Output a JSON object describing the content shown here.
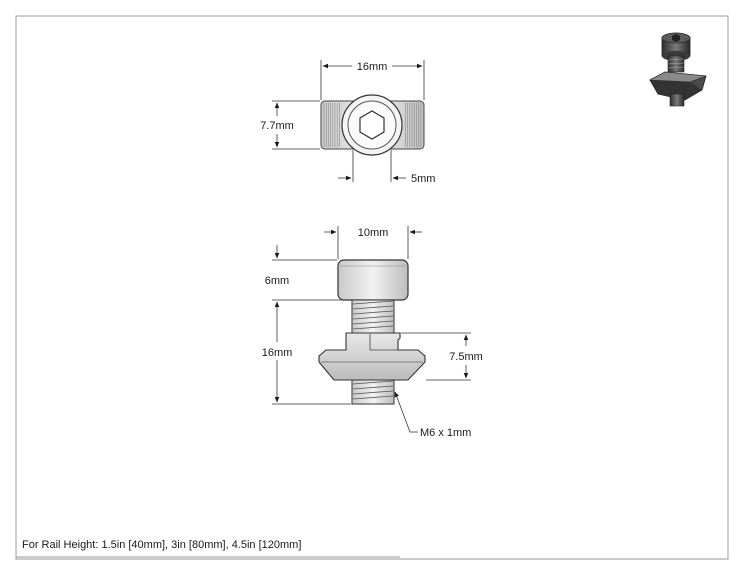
{
  "top_view": {
    "width_label": "16mm",
    "height_label": "7.7mm",
    "hex_label": "5mm"
  },
  "side_view": {
    "head_width_label": "10mm",
    "head_height_label": "6mm",
    "screw_length_label": "16mm",
    "nut_height_label": "7.5mm",
    "thread_label": "M6 x 1mm"
  },
  "footer": {
    "note": "For Rail Height: 1.5in [40mm], 3in [80mm], 4.5in [120mm]"
  }
}
